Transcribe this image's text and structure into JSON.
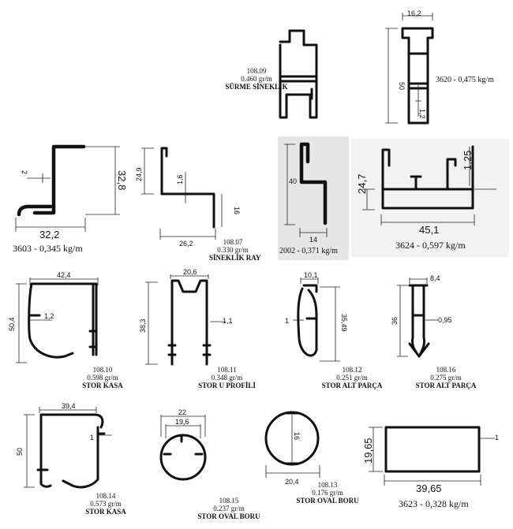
{
  "profiles": [
    {
      "id": "sineklik-10809",
      "code": "108.09",
      "weight": "0.460 gr/m",
      "name": "SÜRME SİNEKLİK"
    },
    {
      "id": "p3620",
      "label": "3620 - 0,475 kg/m",
      "dims": {
        "width": "16,2",
        "height": "50",
        "wall": "1,2"
      }
    },
    {
      "id": "p3603",
      "label": "3603 - 0,345 kg/m",
      "dims": {
        "width": "32,2",
        "height": "32,8",
        "wall": "2"
      }
    },
    {
      "id": "sineklik-ray-10807",
      "code": "108.07",
      "weight": "0.330 gr/m",
      "name": "SİNEKLİK RAY",
      "dims": {
        "height": "24,9",
        "wall": "1,6",
        "width": "26,2",
        "leg": "16"
      }
    },
    {
      "id": "p2002",
      "label": "2002 - 0,371 kg/m",
      "dims": {
        "height": "40",
        "width": "14"
      }
    },
    {
      "id": "p3624",
      "label": "3624 - 0,597 kg/m",
      "dims": {
        "height": "24,7",
        "width": "45,1",
        "wall": "1,25"
      }
    },
    {
      "id": "stor-kasa-10810",
      "code": "108.10",
      "weight": "0.598 gr/m",
      "name": "STOR KASA",
      "dims": {
        "width": "42,4",
        "height": "50,4",
        "wall": "1,2"
      }
    },
    {
      "id": "stor-u-10811",
      "code": "108.11",
      "weight": "0.348 gr/m",
      "name": "STOR U PROFİLİ",
      "dims": {
        "width": "20,6",
        "height": "38,3",
        "wall": "1,1"
      }
    },
    {
      "id": "stor-alt-10812",
      "code": "108.12",
      "weight": "0.251 gr/m",
      "name": "STOR ALT PARÇA",
      "dims": {
        "width": "10,1",
        "height": "35,49",
        "wall": "1"
      }
    },
    {
      "id": "stor-alt-10816",
      "code": "108.16",
      "weight": "0.275 gr/m",
      "name": "STOR ALT PARÇA",
      "dims": {
        "width": "8,4",
        "height": "36",
        "wall": "0,95"
      }
    },
    {
      "id": "stor-kasa-10814",
      "code": "108.14",
      "weight": "0.573 gr/m",
      "name": "STOR KASA",
      "dims": {
        "width": "39,4",
        "height": "50",
        "wall": "1"
      }
    },
    {
      "id": "stor-oval-10815",
      "code": "108.15",
      "weight": "0.237 gr/m",
      "name": "STOR OVAL BORU",
      "dims": {
        "outer": "22",
        "inner": "19,6"
      }
    },
    {
      "id": "stor-oval-10813",
      "code": "108.13",
      "weight": "0.176 gr/m",
      "name": "STOR OVAL BORU",
      "dims": {
        "inner": "16",
        "outer": "20,4"
      }
    },
    {
      "id": "p3623",
      "label": "3623 - 0,328 kg/m",
      "dims": {
        "height": "19,65",
        "width": "39,65",
        "wall": "1"
      }
    }
  ]
}
